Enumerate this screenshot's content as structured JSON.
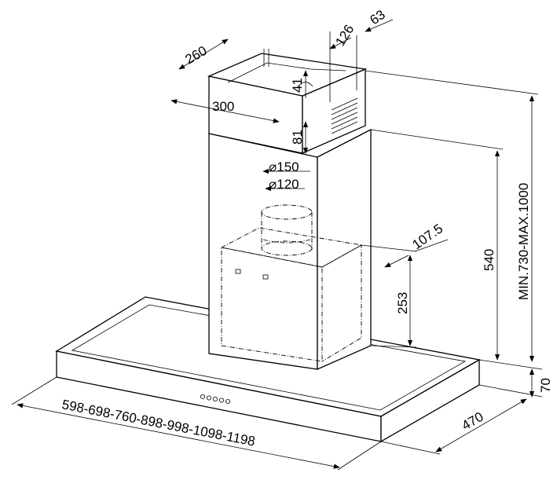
{
  "title": "Chimney cooker hood dimension drawing",
  "dimensions": {
    "top_offset": "63",
    "outlet_offset": "126",
    "chimney_depth": "260",
    "outlet_height": "41",
    "chimney_width": "300",
    "upper_chimney_step": "81",
    "duct_outer_diameter": "⌀150",
    "duct_inner_diameter": "⌀120",
    "motor_offset": "107.5",
    "chimney_height": "540",
    "motor_height": "253",
    "total_height": "MIN.730-MAX.1000",
    "canopy_height": "70",
    "canopy_depth": "470",
    "canopy_widths": "598-698-760-898-998-1098-1198"
  },
  "control_buttons_count": 5
}
